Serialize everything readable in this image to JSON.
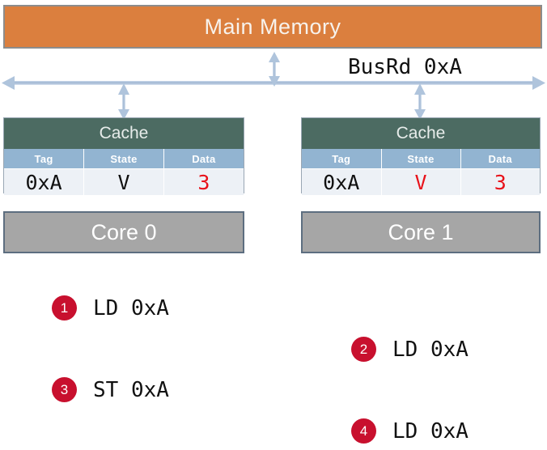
{
  "memory": {
    "label": "Main Memory",
    "color": "#DB7F3E"
  },
  "bus": {
    "label": "BusRd 0xA",
    "line_color": "#AFC4DC"
  },
  "caches": [
    {
      "title": "Cache",
      "columns": [
        "Tag",
        "State",
        "Data"
      ],
      "row": {
        "tag": "0xA",
        "state": "V",
        "data": "3"
      },
      "tag_color": "#101010",
      "state_color": "#101010",
      "data_color": "#E8121A",
      "core": "Core 0"
    },
    {
      "title": "Cache",
      "columns": [
        "Tag",
        "State",
        "Data"
      ],
      "row": {
        "tag": "0xA",
        "state": "V",
        "data": "3"
      },
      "tag_color": "#101010",
      "state_color": "#E8121A",
      "data_color": "#E8121A",
      "core": "Core 1"
    }
  ],
  "instructions": [
    {
      "num": "1",
      "text": "LD 0xA"
    },
    {
      "num": "2",
      "text": "LD 0xA"
    },
    {
      "num": "3",
      "text": "ST 0xA"
    },
    {
      "num": "4",
      "text": "LD 0xA"
    }
  ],
  "colors": {
    "badge": "#C8102E",
    "cache_header": "#4C6B62",
    "column_header": "#92B4D1",
    "core": "#A6A6A6",
    "highlight": "#E8121A"
  }
}
